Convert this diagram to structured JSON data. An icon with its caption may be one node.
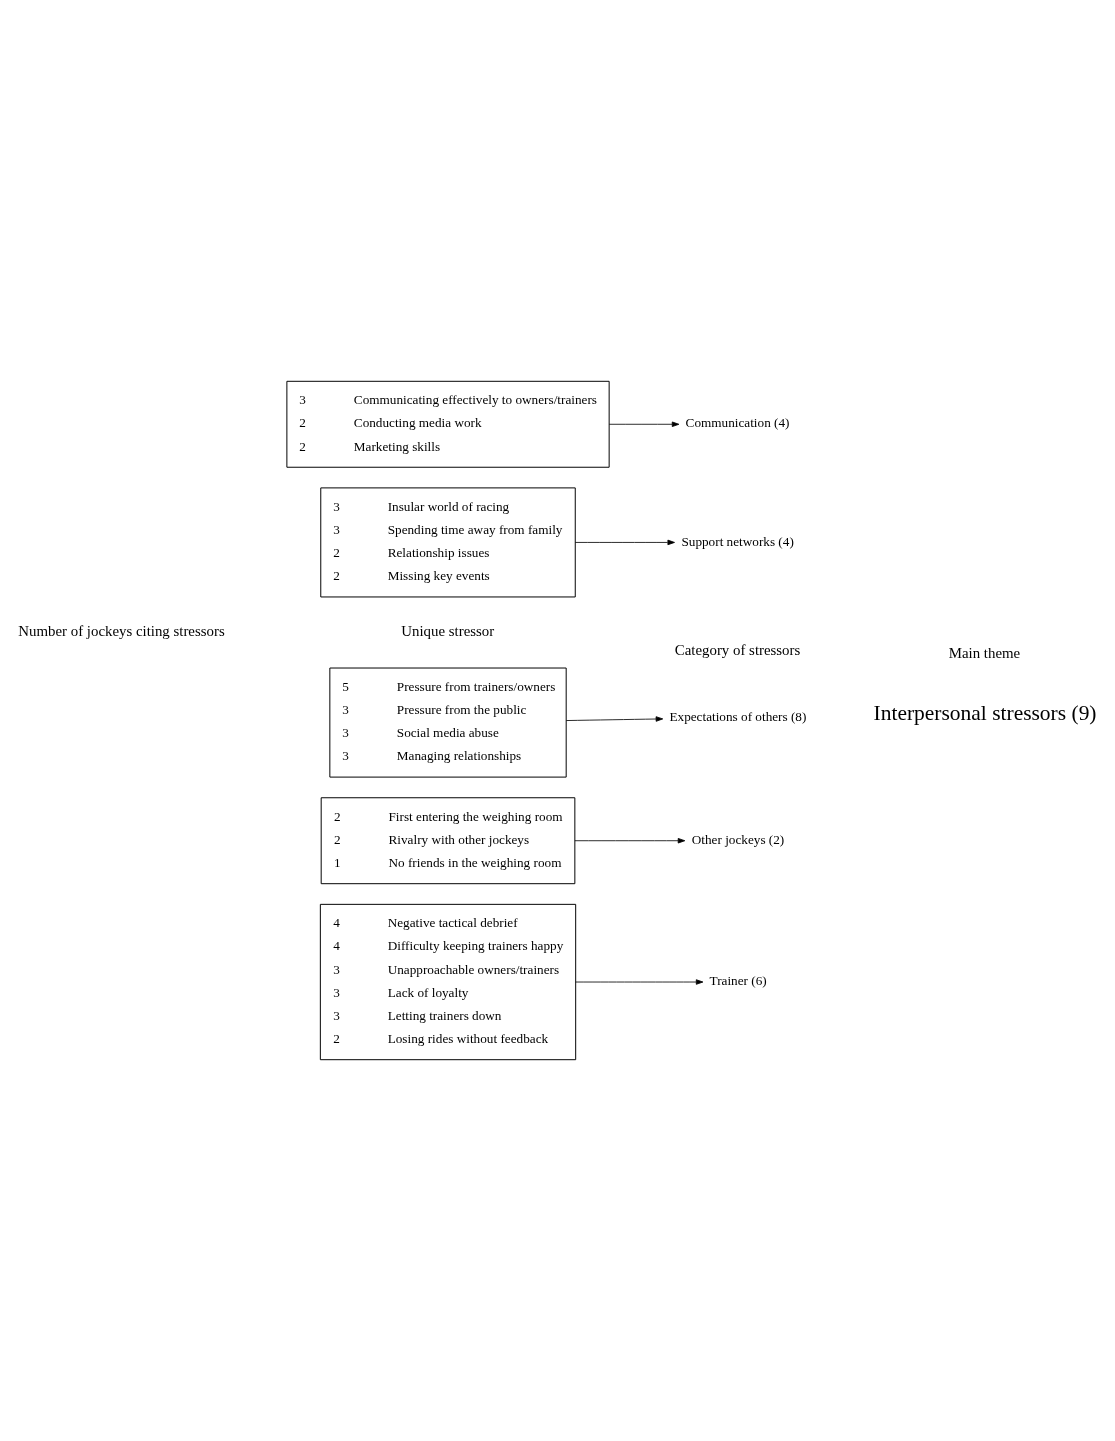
{
  "diagram": {
    "nodes": [
      {
        "text": [
          "4",
          "Negative tactical debrief",
          "4",
          "Difficulty keeping trainers happy",
          "3",
          "Unapproachable owners/trainers",
          "3",
          "Lack of loyalty",
          "3",
          "Letting trainers down",
          "2",
          "Losing rides without feedback"
        ]
      },
      {
        "text": [
          "Trainer (6)"
        ]
      },
      {
        "text": [
          "2",
          "First entering the weighing room",
          "2",
          "Rivalry with other jockeys",
          "1",
          "No friends in the weighing room"
        ]
      },
      {
        "text": [
          "Other jockeys (2)"
        ]
      },
      {
        "text": [
          "5",
          "Pressure from trainers/owners",
          "3",
          "Pressure from the public",
          "3",
          "Social media abuse",
          "3",
          "Managing relationships"
        ]
      },
      {
        "text": [
          "Expectations of others (8)"
        ]
      },
      {
        "text": [
          "3",
          "Insular world of racing",
          "3",
          "Spending time away from family",
          "2",
          "Relationship issues",
          "2",
          "Missing key events"
        ]
      },
      {
        "text": [
          "Support networks (4)"
        ]
      },
      {
        "text": [
          "3",
          "Communicating effectively to owners/trainers",
          "2",
          "Conducting media work",
          "2",
          "Marketing skills"
        ]
      },
      {
        "text": [
          "Communication (4)"
        ]
      }
    ],
    "edges": [
      {
        "from": 0,
        "to": 1,
        "arrow": "to"
      },
      {
        "from": 2,
        "to": 3,
        "arrow": "to"
      },
      {
        "from": 4,
        "to": 5,
        "arrow": "to"
      },
      {
        "from": 6,
        "to": 7,
        "arrow": "to"
      },
      {
        "from": 8,
        "to": 9,
        "arrow": "to"
      }
    ],
    "labels": [
      "Number of jockeys citing stressors",
      "Unique stressor",
      "Category of stressors",
      "Main theme",
      "Interpersonal stressors (9)"
    ]
  }
}
